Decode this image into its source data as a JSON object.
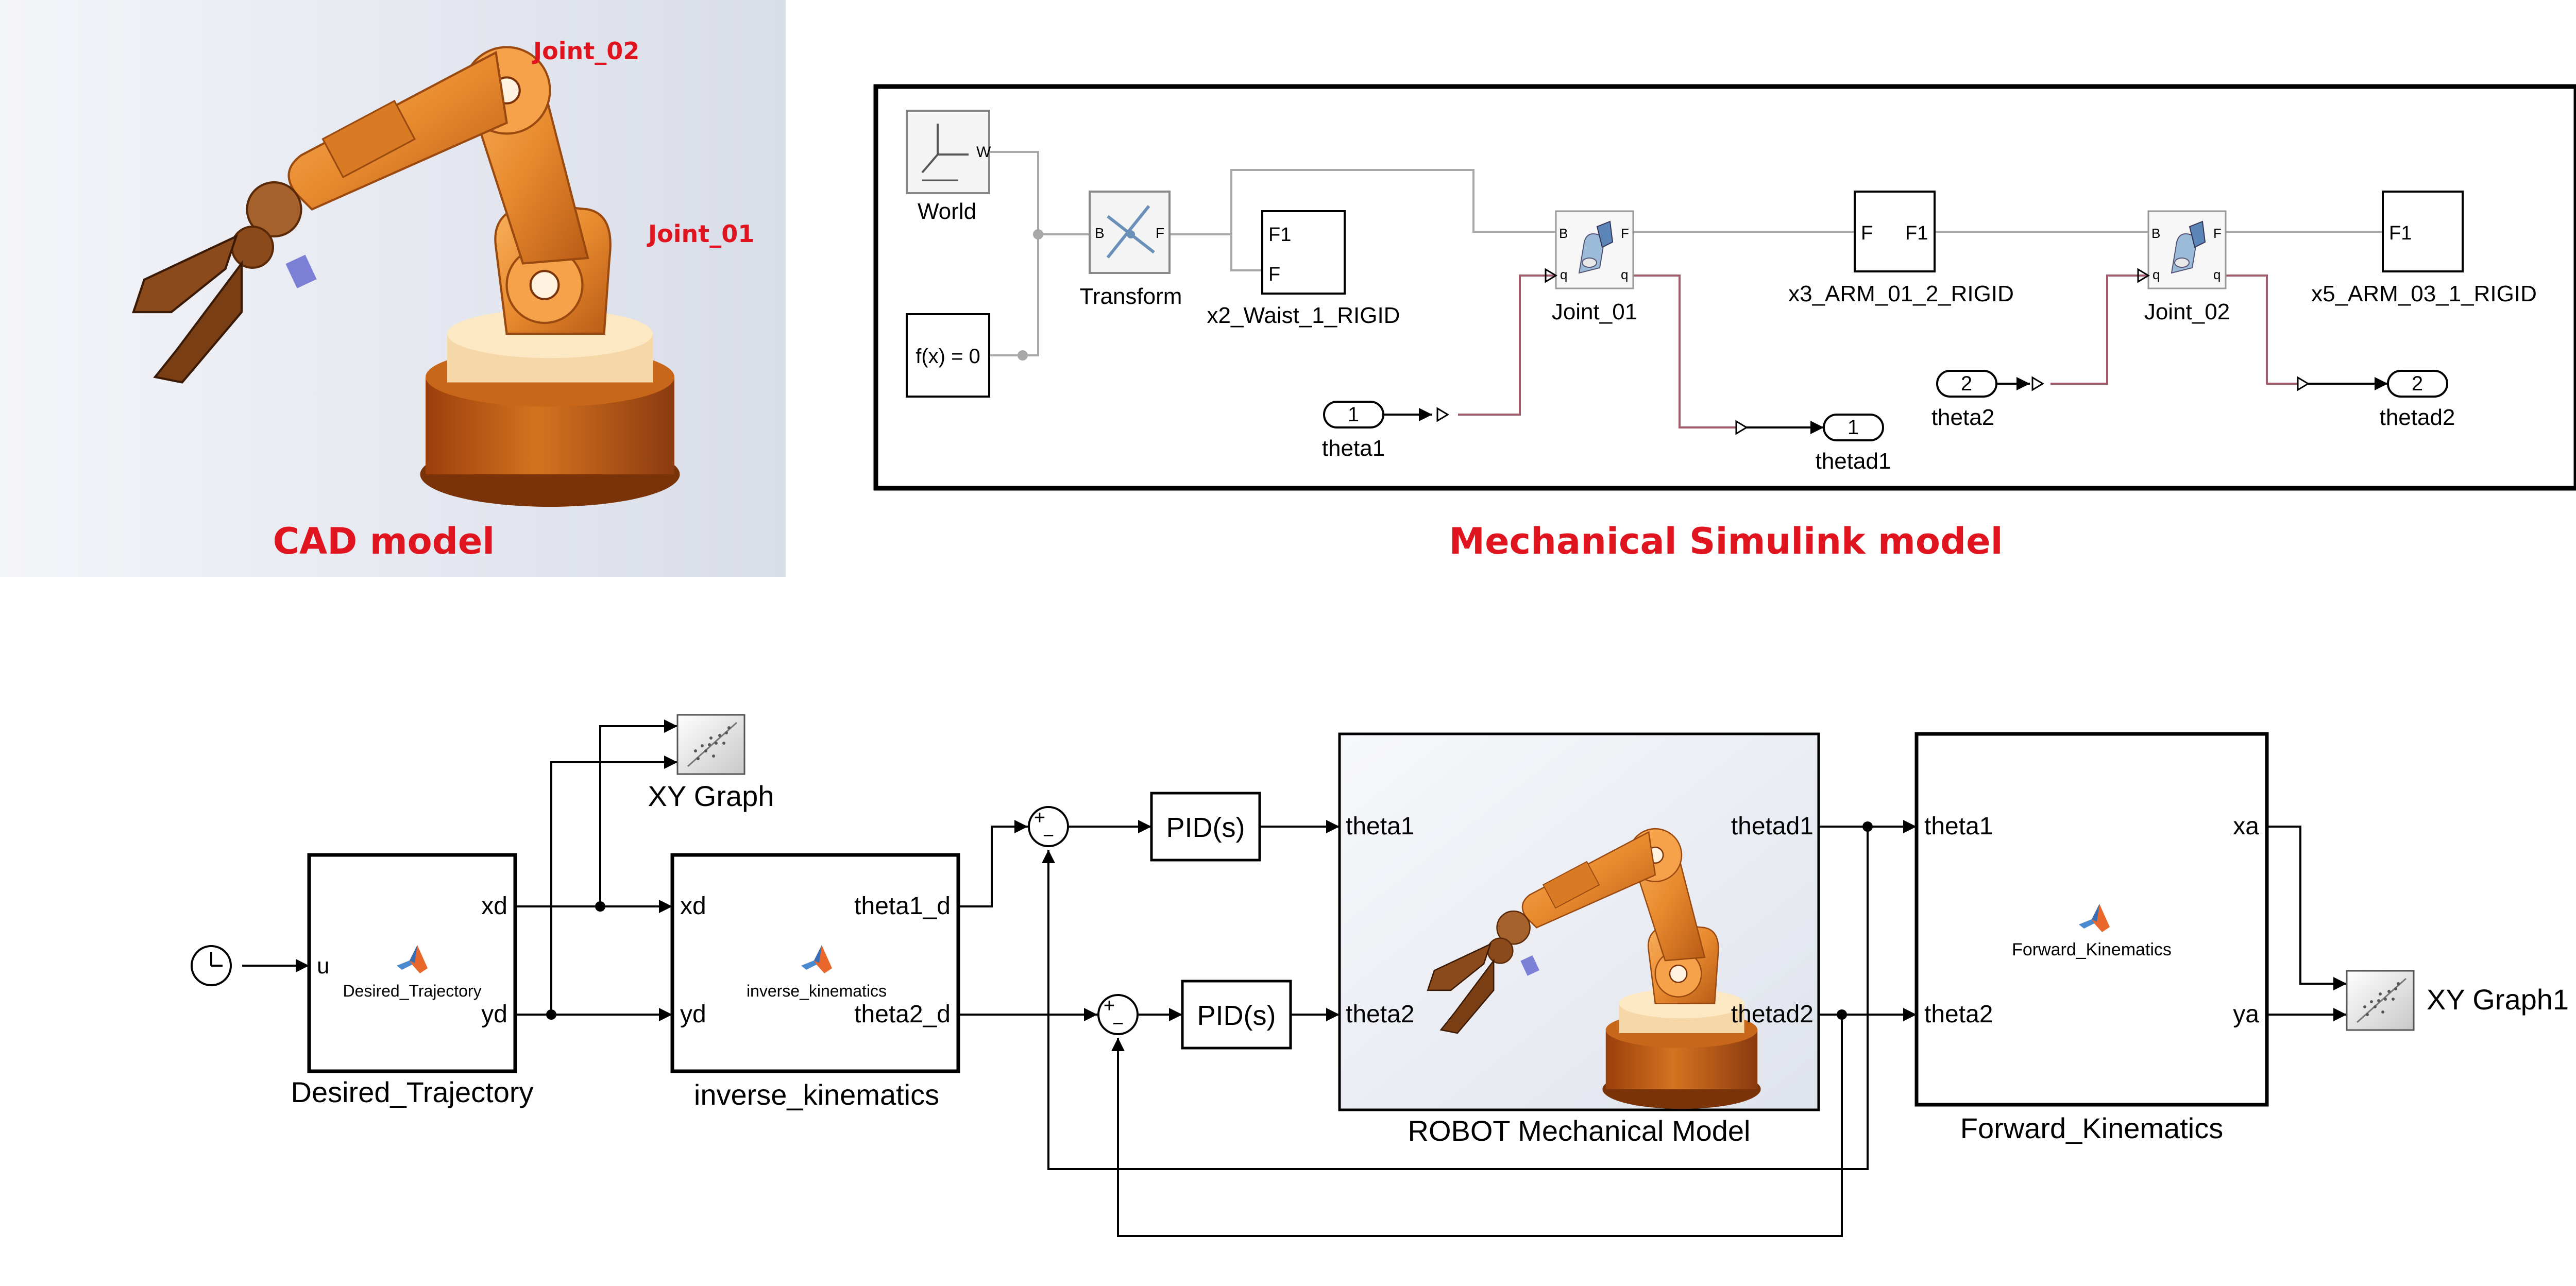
{
  "colors": {
    "caption_red": "#e0141e",
    "wire": "#000000",
    "physical_wire": "#a8a8a8",
    "signal_wire": "#a05a6a",
    "robot_orange": "#e88a2e",
    "robot_dark": "#8a3a10"
  },
  "cad": {
    "caption": "CAD model",
    "joint_02": "Joint_02",
    "joint_01": "Joint_01"
  },
  "mech": {
    "caption": "Mechanical Simulink model",
    "world": "World",
    "world_port": "W",
    "solver_text": "f(x) = 0",
    "transform": "Transform",
    "transform_port_b": "B",
    "transform_port_f": "F",
    "waist_block": "x2_Waist_1_RIGID",
    "waist_port_1": "F1",
    "waist_port_2": "F",
    "joint01": "Joint_01",
    "joint_port_b": "B",
    "joint_port_f": "F",
    "joint_port_q": "q",
    "arm01_block": "x3_ARM_01_2_RIGID",
    "arm01_port_in": "F",
    "arm01_port_out": "F1",
    "joint02": "Joint_02",
    "arm03_block": "x5_ARM_03_1_RIGID",
    "arm03_port": "F1",
    "in_theta1_num": "1",
    "in_theta1": "theta1",
    "out_thetad1_num": "1",
    "out_thetad1": "thetad1",
    "in_theta2_num": "2",
    "in_theta2": "theta2",
    "out_thetad2_num": "2",
    "out_thetad2": "thetad2"
  },
  "ctrl": {
    "xy_graph": "XY Graph",
    "xy_graph1": "XY Graph1",
    "desired_block_name": "Desired_Trajectory",
    "desired_inner": "Desired_Trajectory",
    "desired_in_u": "u",
    "desired_out_xd": "xd",
    "desired_out_yd": "yd",
    "ik_block_name": "inverse_kinematics",
    "ik_inner": "inverse_kinematics",
    "ik_in_xd": "xd",
    "ik_in_yd": "yd",
    "ik_out_1": "theta1_d",
    "ik_out_2": "theta2_d",
    "pid1": "PID(s)",
    "pid2": "PID(s)",
    "sum_plus": "+",
    "sum_minus": "−",
    "robot_block_name": "ROBOT Mechanical Model",
    "robot_in_1": "theta1",
    "robot_in_2": "theta2",
    "robot_out_1": "thetad1",
    "robot_out_2": "thetad2",
    "fk_block_name": "Forward_Kinematics",
    "fk_inner": "Forward_Kinematics",
    "fk_in_1": "theta1",
    "fk_in_2": "theta2",
    "fk_out_1": "xa",
    "fk_out_2": "ya"
  }
}
